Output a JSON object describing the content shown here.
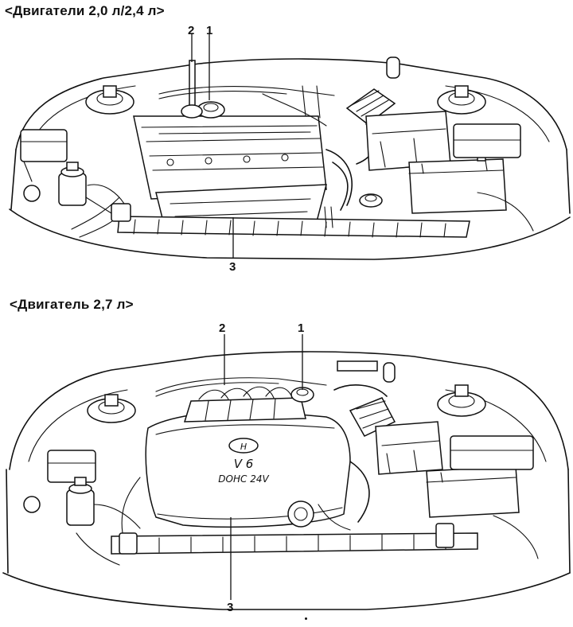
{
  "sections": [
    {
      "title": "<Двигатели 2,0 л/2,4 л>",
      "callouts": [
        "2",
        "1",
        "3"
      ]
    },
    {
      "title": "<Двигатель 2,7 л>",
      "callouts": [
        "2",
        "1",
        "3"
      ],
      "cover_text": [
        "V 6",
        "DOHC 24V"
      ]
    }
  ]
}
